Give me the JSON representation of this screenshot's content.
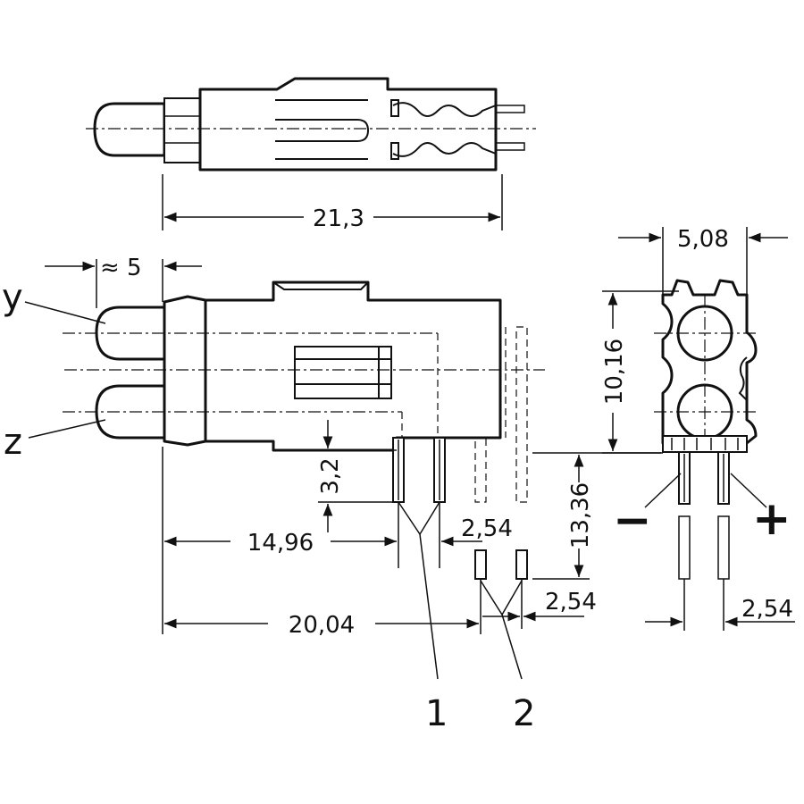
{
  "dimensions": {
    "overall_length": "21,3",
    "lens_length": "≈ 5",
    "pin_gap_height": "3,2",
    "pin1_offset": "14,96",
    "pin_pitch_front": "2,54",
    "pin2_offset": "20,04",
    "pcb_height": "13,36",
    "pin2_pitch": "2,54",
    "width": "5,08",
    "led_spacing": "10,16",
    "side_pin_pitch": "2,54"
  },
  "labels": {
    "led_top": "y",
    "led_bottom": "z",
    "pin_group_1": "1",
    "pin_group_2": "2",
    "minus": "−",
    "plus": "+"
  },
  "colors": {
    "line": "#111111",
    "background": "#ffffff"
  },
  "icons": {
    "lens_pattern": "crosshatch-pattern",
    "arrow": "arrowhead-marker"
  }
}
